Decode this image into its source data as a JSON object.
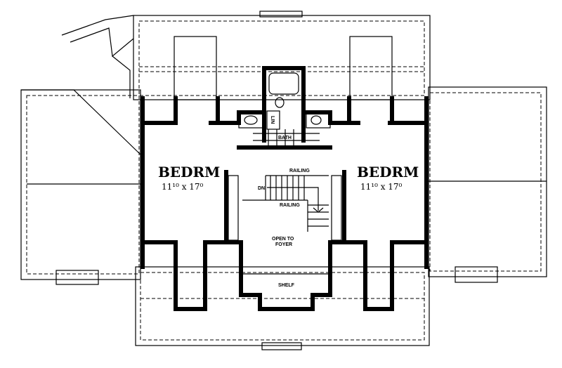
{
  "rooms": {
    "bedroom_left": {
      "name": "BEDRM",
      "dim": "11¹⁰ x 17⁰"
    },
    "bedroom_right": {
      "name": "BEDRM",
      "dim": "11¹⁰ x 17⁰"
    },
    "bath": "BATH",
    "linen": "LIN",
    "railing_top": "RAILING",
    "railing_lower": "RAILING",
    "stair_down": "DN",
    "open_to_foyer_1": "OPEN TO",
    "open_to_foyer_2": "FOYER",
    "shelf": "SHELF"
  }
}
